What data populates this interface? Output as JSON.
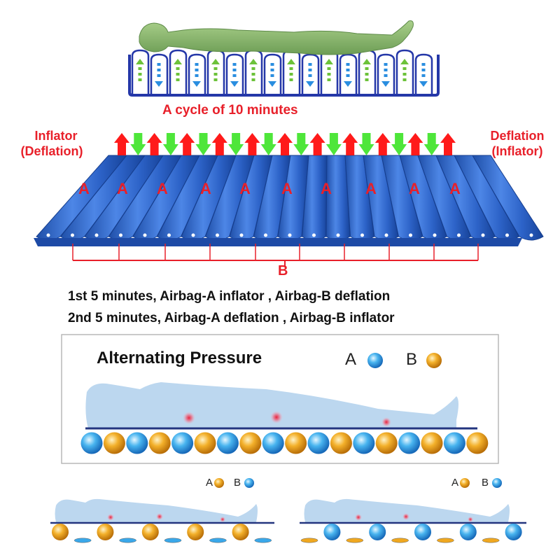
{
  "top": {
    "cycle_caption": "A  cycle of 10 minutes",
    "left_label_1": "Inflator",
    "left_label_2": "(Deflation)",
    "right_label_1": "Deflation",
    "right_label_2": "(Inflator)",
    "chamber_a_letter": "A",
    "chamber_b_letter": "B",
    "arrow_count": 21,
    "airbag_a_count": 10
  },
  "steps": {
    "line_1": "1st  5 minutes, Airbag-A inflator ,     Airbag-B deflation",
    "line_2": "2nd 5 minutes, Airbag-A deflation , Airbag-B inflator"
  },
  "alternating": {
    "title": "Alternating Pressure",
    "legend_a": "A",
    "legend_b": "B",
    "ball_count": 18
  },
  "bottom_left": {
    "legend_a": "A",
    "legend_b": "B",
    "ball_count": 10
  },
  "bottom_right": {
    "legend_a": "A",
    "legend_b": "B",
    "ball_count": 10
  },
  "colors": {
    "red_label": "#e8202a",
    "arrow_up": "#ff1a1a",
    "arrow_down": "#4ee63a",
    "mattress_blue": "#2a5fc9",
    "ball_a_blue": "#3aa8ea",
    "ball_b_orange": "#f0a820",
    "silhouette": "#b8d4ee",
    "pressure_point": "#e8203a"
  }
}
